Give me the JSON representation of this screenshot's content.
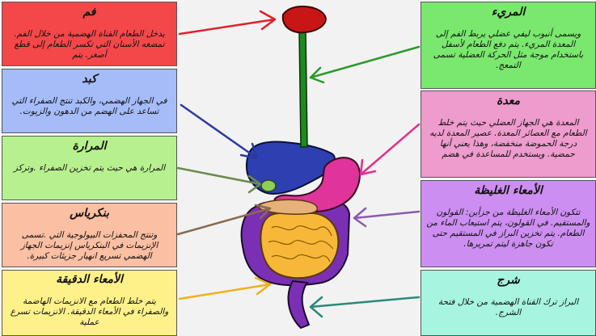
{
  "colors": {
    "mouth": "#f4474a",
    "liver": "#a5bcf9",
    "gallbladder": "#b7f08e",
    "pancreas": "#fbbfa3",
    "small_intestine": "#fff18a",
    "esophagus": "#7ae86e",
    "stomach": "#ee9bcd",
    "large_intestine": "#cc8ef0",
    "anus": "#a7f4e0"
  },
  "boxes": {
    "mouth": {
      "title": "فم",
      "text": "يدخل الطعام القناة الهضمية من خلال الفم. تمضغه الأسنان التي تكسر الطعام إلى قطع أصغر. يتم"
    },
    "liver": {
      "title": "كبد",
      "text": "في الجهاز الهضمي، والكبد تنتج الصفراء التي تساعد على الهضم من الدهون والزيوت."
    },
    "gallbladder": {
      "title": "المرارة",
      "text": "المرارة هي حيث يتم تخزين الصفراء .وتركز"
    },
    "pancreas": {
      "title": "بنكرياس",
      "text": "وتنتج المحفزات البيولوجية التي .تسمى الإنزيمات في البنكرياس إنزيمات الجهاز الهضمي تسريع انهيار جزيئات كبيرة."
    },
    "small_intestine": {
      "title": "الأمعاء الدقيقة",
      "text": "يتم خلط الطعام مع الانزيمات الهاضمة والصفراء في الأمعاء الدقيقة. الانزيمات تسرع عملية"
    },
    "esophagus": {
      "title": "المريء",
      "text": "ويسمى أنبوب ليفي عضلي يربط الفم إلى المعدة المريء. يتم دفع الطعام لأسفل باستخدام موجة مثل الحركة العضلية تسمى التمعج."
    },
    "stomach": {
      "title": "معدة",
      "text": "المعدة هي الجهاز العضلي حيث يتم خلط الطعام مع العصائر المعدة. عصير المعدة لديه درجة الحموضة منخفضة، وهذا يعني أنها حمضية. ويستخدم للمساعدة في هضم"
    },
    "large_intestine": {
      "title": "الأمعاء الغليظة",
      "text": "تتكون الأمعاء الغليظة من جزأين: القولون والمستقيم. في القولون، يتم استيعاب الماء من الطعام. يتم تخزين البراز في المستقيم حتى تكون جاهزة ليتم تمريرها."
    },
    "anus": {
      "title": "شرج",
      "text": "البراز ترك القناة الهضمية من خلال فتحة الشرج."
    }
  }
}
